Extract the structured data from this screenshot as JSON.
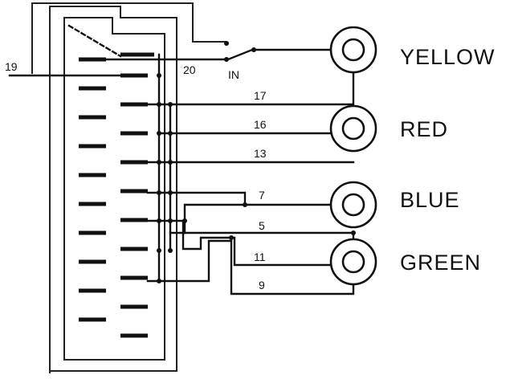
{
  "pin_labels": {
    "p19": "19",
    "p20": "20",
    "p17": "17",
    "p16": "16",
    "p13": "13",
    "p7": "7",
    "p5": "5",
    "p11": "11",
    "p9": "9"
  },
  "switch_label": "IN",
  "jack_labels": {
    "yellow": "YELLOW",
    "red": "RED",
    "blue": "BLUE",
    "green": "GREEN"
  }
}
